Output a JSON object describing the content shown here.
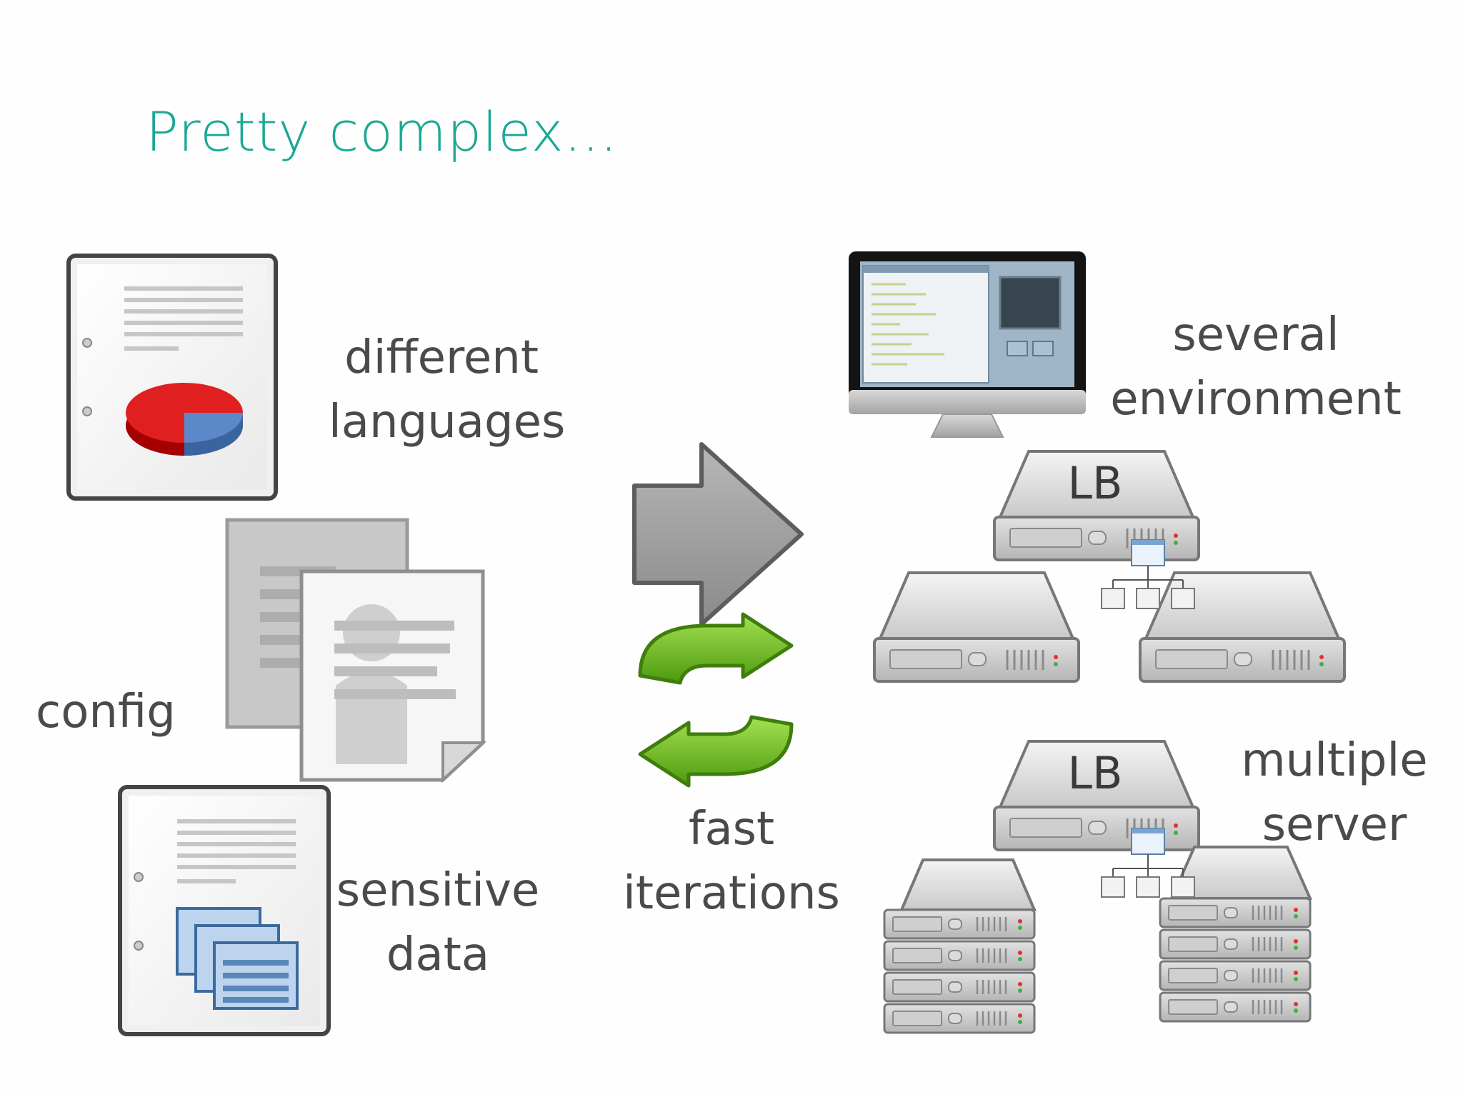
{
  "slide": {
    "title": "Pretty complex...",
    "accent_color": "#1aa894",
    "label_color": "#4a4a4a"
  },
  "labels": {
    "languages": [
      "different",
      "languages"
    ],
    "config": "config",
    "sensitive": [
      "sensitive",
      "data"
    ],
    "iterations": [
      "fast",
      "iterations"
    ],
    "environment": [
      "several",
      "environment"
    ],
    "servers": [
      "multiple",
      "server"
    ]
  },
  "servers": {
    "lb_label": "LB"
  },
  "icons": [
    "chart-document-icon",
    "contact-documents-icon",
    "data-document-icon",
    "arrow-right-icon",
    "refresh-icon",
    "monitor-icon",
    "server-icon",
    "network-icon",
    "server-rack-icon"
  ]
}
